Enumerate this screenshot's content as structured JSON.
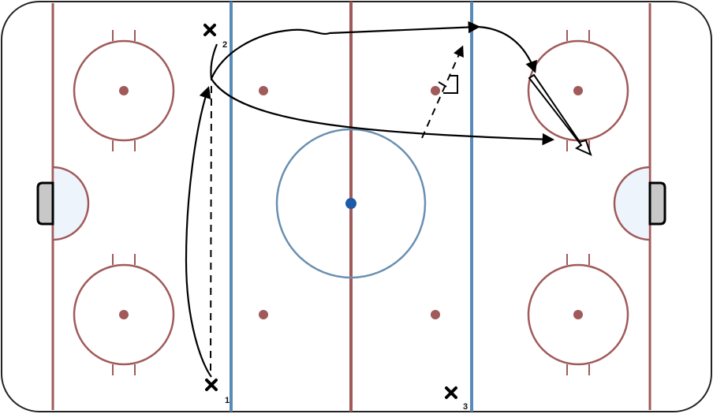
{
  "rink": {
    "colors": {
      "board": "#222222",
      "red_line": "#a05a5a",
      "blue_line": "#5a8bb8",
      "center_circle": "#6a8fb0",
      "center_dot": "#1f5aa6",
      "faceoff": "#a05a5a",
      "crease_fill": "#eef4fb",
      "net_fill": "#c8c8c8",
      "drill": "#000000"
    }
  },
  "players": [
    {
      "id": "player-1",
      "number": "1"
    },
    {
      "id": "player-2",
      "number": "2"
    },
    {
      "id": "player-3",
      "number": "3"
    }
  ],
  "legend_icons": {
    "player_marker": "x-icon",
    "skate_path": "solid-arrow",
    "pass_path": "dashed-arrow",
    "shot_path": "hollow-double-arrow",
    "pivot_turn": "corner-bracket"
  }
}
